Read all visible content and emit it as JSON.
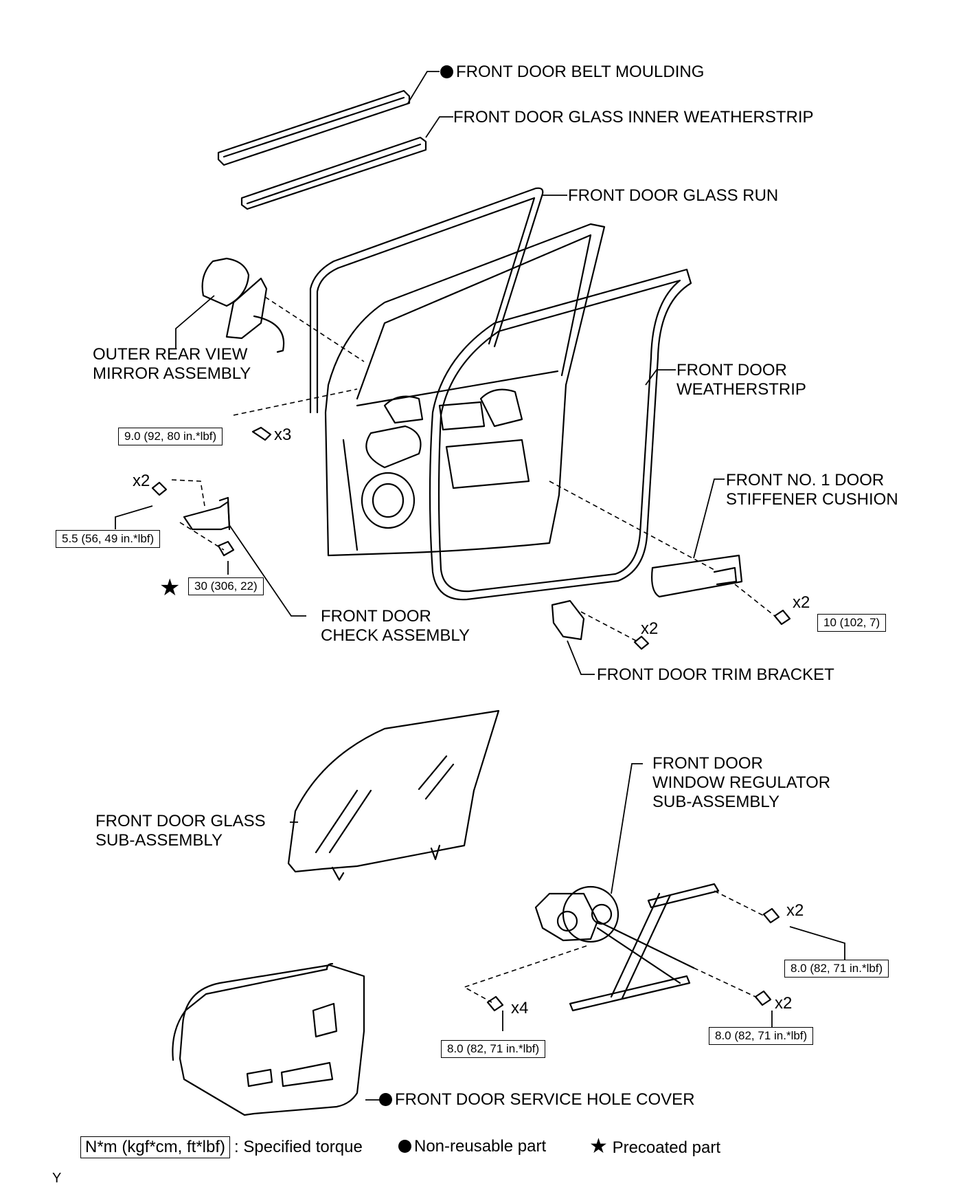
{
  "labels": {
    "belt_moulding": "FRONT DOOR BELT MOULDING",
    "inner_weatherstrip": "FRONT DOOR GLASS INNER WEATHERSTRIP",
    "glass_run": "FRONT DOOR GLASS RUN",
    "mirror_line1": "OUTER REAR VIEW",
    "mirror_line2": "MIRROR ASSEMBLY",
    "weatherstrip_line1": "FRONT DOOR",
    "weatherstrip_line2": "WEATHERSTRIP",
    "stiffener_line1": "FRONT NO. 1 DOOR",
    "stiffener_line2": "STIFFENER CUSHION",
    "check_line1": "FRONT DOOR",
    "check_line2": "CHECK ASSEMBLY",
    "trim_bracket": "FRONT DOOR TRIM BRACKET",
    "glass_line1": "FRONT DOOR GLASS",
    "glass_line2": "SUB-ASSEMBLY",
    "regulator_line1": "FRONT DOOR",
    "regulator_line2": "WINDOW REGULATOR",
    "regulator_line3": "SUB-ASSEMBLY",
    "service_cover": "FRONT DOOR SERVICE HOLE COVER"
  },
  "torques": {
    "mirror": "9.0 (92, 80 in.*lbf)",
    "check_body": "5.5 (56, 49 in.*lbf)",
    "check_door": "30 (306, 22)",
    "stiffener": "10 (102, 7)",
    "regulator_upper": "8.0 (82, 71 in.*lbf)",
    "regulator_motor": "8.0 (82, 71 in.*lbf)",
    "regulator_lower": "8.0 (82, 71 in.*lbf)"
  },
  "quantities": {
    "mirror": "x3",
    "check_body": "x2",
    "stiffener": "x2",
    "trim_bracket": "x2",
    "regulator_upper": "x2",
    "regulator_motor": "x4",
    "regulator_lower": "x2"
  },
  "legend": {
    "torque_box": "N*m (kgf*cm, ft*lbf)",
    "torque_text": ": Specified torque",
    "nonreusable_text": "Non-reusable part",
    "precoated_text": "Precoated part"
  },
  "figure_code": "Y",
  "icons": {
    "non_reusable": "filled-circle-icon",
    "precoated": "star-icon"
  }
}
